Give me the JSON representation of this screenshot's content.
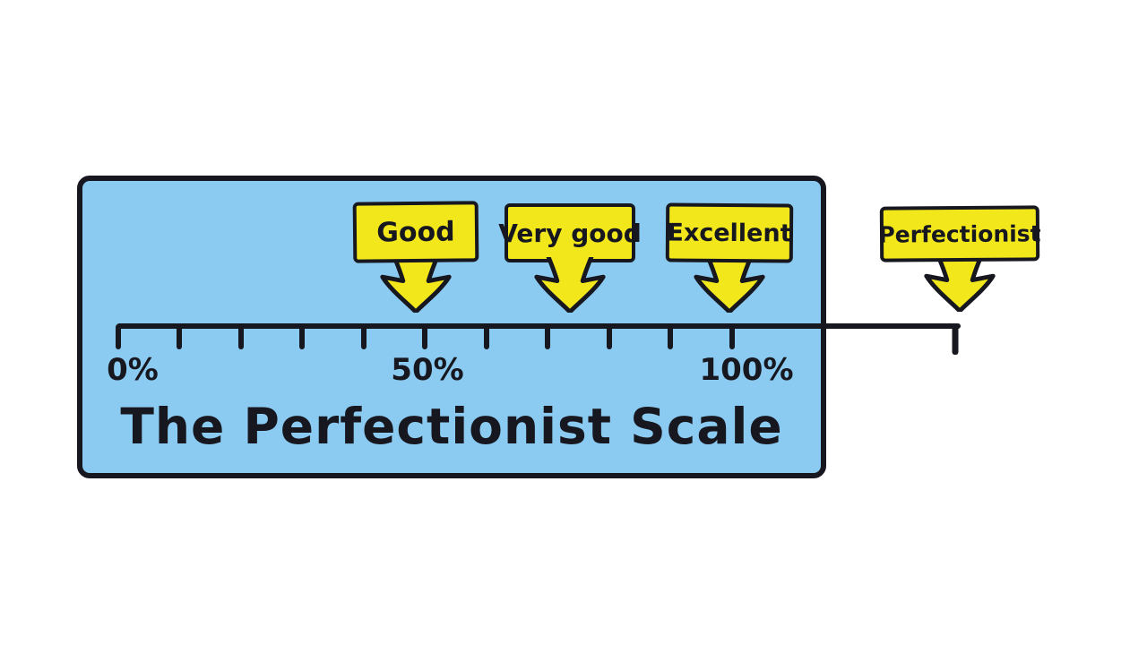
{
  "figure": {
    "title": "The Perfectionist Scale"
  },
  "colors": {
    "panel_blue": "#8ccbf1",
    "label_yellow": "#f2e71b",
    "ink": "#17171f",
    "background": "#ffffff"
  },
  "axis": {
    "tick_labels": [
      {
        "text": "0%",
        "percent": 0
      },
      {
        "text": "50%",
        "percent": 50
      },
      {
        "text": "100%",
        "percent": 100
      }
    ],
    "minor_tick_step_percent": 10
  },
  "markers": [
    {
      "label": "Good",
      "points_at_percent": 50
    },
    {
      "label": "Very good",
      "points_at_percent": 74
    },
    {
      "label": "Excellent",
      "points_at_percent": 100
    },
    {
      "label": "Perfectionist",
      "points_at_percent": 137
    }
  ]
}
